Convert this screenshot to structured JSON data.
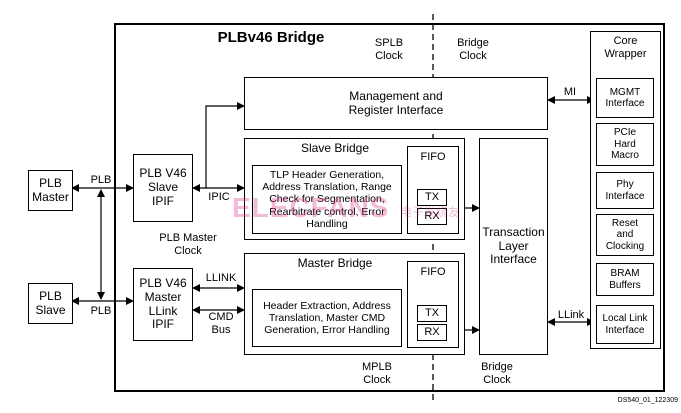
{
  "title": "PLBv46 Bridge",
  "clocks": {
    "splb": "SPLB\nClock",
    "bridge_top": "Bridge\nClock",
    "plb_master": "PLB Master\nClock",
    "mplb": "MPLB\nClock",
    "bridge_bottom": "Bridge\nClock"
  },
  "external": {
    "plb_master": "PLB\nMaster",
    "plb_slave": "PLB\nSlave"
  },
  "buses": {
    "plb_top": "PLB",
    "plb_bottom": "PLB",
    "ipic": "IPIC",
    "llink_left": "LLINK",
    "cmd_bus": "CMD\nBus",
    "mi": "MI",
    "llink_right": "LLink"
  },
  "ipif": {
    "slave": "PLB V46\nSlave\nIPIF",
    "master": "PLB V46\nMaster\nLLink\nIPIF"
  },
  "mgmt": "Management and\nRegister Interface",
  "slave_bridge": {
    "title": "Slave Bridge",
    "inner": "TLP Header Generation,\nAddress Translation, Range\nCheck for Segmentation,\nRearbitrate control, Error\nHandling",
    "fifo": "FIFO",
    "tx": "TX",
    "rx": "RX"
  },
  "master_bridge": {
    "title": "Master Bridge",
    "inner": "Header Extraction, Address\nTranslation, Master CMD\nGeneration, Error Handling",
    "fifo": "FIFO",
    "tx": "TX",
    "rx": "RX"
  },
  "transaction_layer": "Transaction\nLayer\nInterface",
  "core_wrapper": {
    "title": "Core\nWrapper",
    "items": [
      "MGMT\nInterface",
      "PCIe\nHard\nMacro",
      "Phy\nInterface",
      "Reset\nand\nClocking",
      "BRAM\nBuffers",
      "Local Link\nInterface"
    ]
  },
  "watermark": "ELECFANS",
  "watermark_sub": "电子发烧友",
  "figure_id": "DS540_01_122309"
}
